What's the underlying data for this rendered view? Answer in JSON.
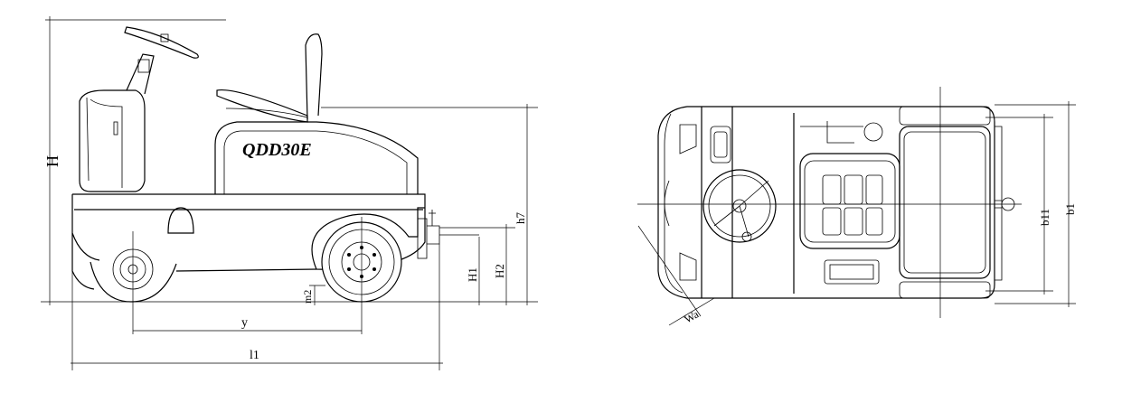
{
  "side_view": {
    "model_label": "QDD30E",
    "dims": {
      "H": "H",
      "h7": "h7",
      "H1": "H1",
      "H2": "H2",
      "m2": "m2",
      "y": "y",
      "l1": "l1"
    }
  },
  "top_view": {
    "dims": {
      "b11": "b11",
      "b1": "b1",
      "Wa": "Wa"
    }
  }
}
